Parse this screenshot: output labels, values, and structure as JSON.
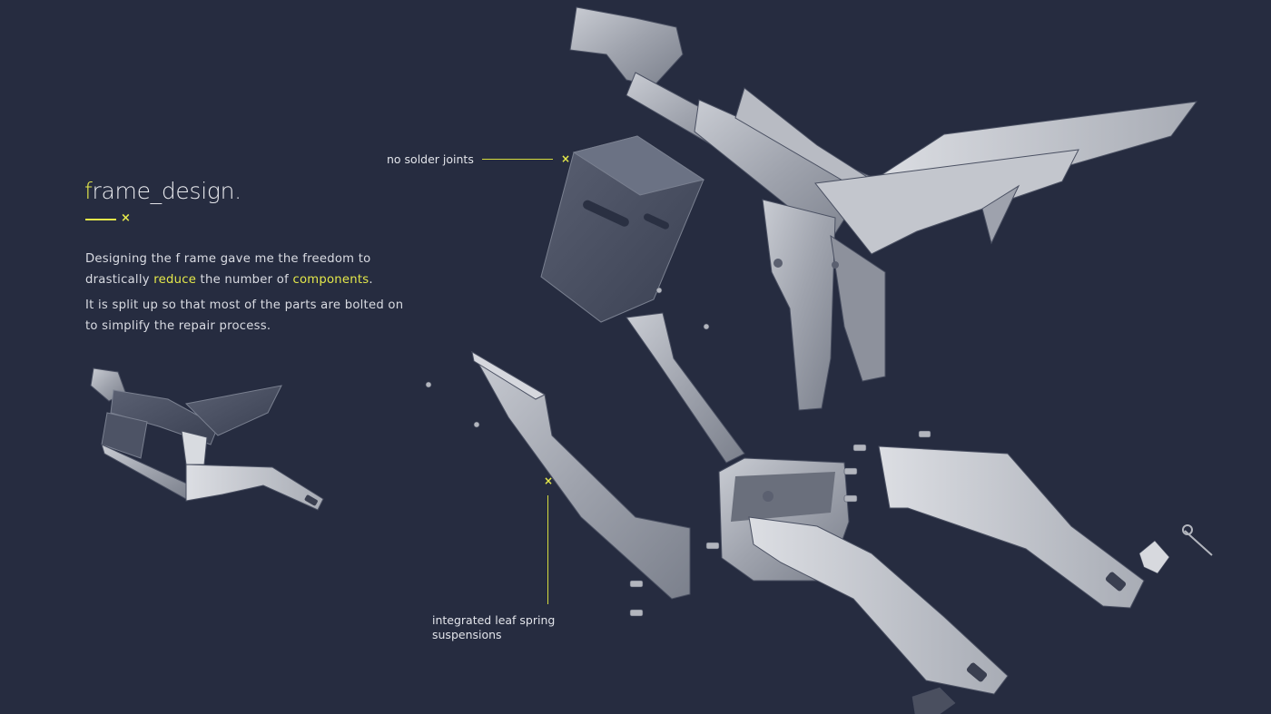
{
  "heading": {
    "first_letter": "f",
    "rest": "rame_design.",
    "marker": "×"
  },
  "intro": {
    "p1_before": "Designing the f rame gave me the freedom to drastically ",
    "p1_hl1": "reduce",
    "p1_mid": " the number of ",
    "p1_hl2": "components",
    "p1_after": ".",
    "p2": "It is split up so that most of the parts are bolted on to simplify the repair process."
  },
  "callouts": {
    "solder": {
      "label": "no solder joints",
      "marker": "×"
    },
    "spring": {
      "label": "integrated leaf spring suspensions",
      "marker": "×"
    }
  },
  "colors": {
    "background": "#262c40",
    "accent": "#e4e84a",
    "text": "#d9dbe2",
    "part": "#9ea2ad"
  }
}
